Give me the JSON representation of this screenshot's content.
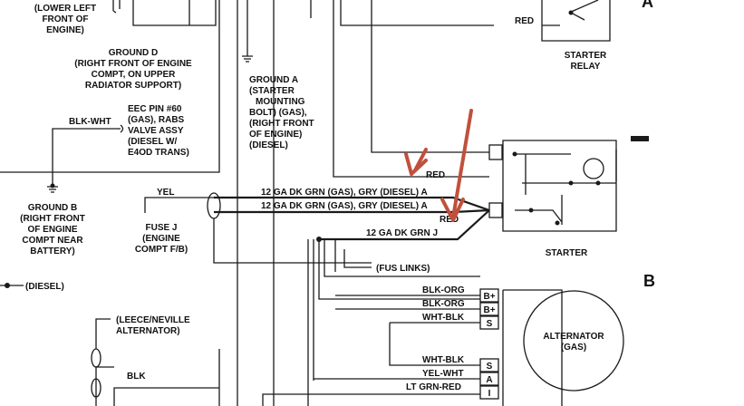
{
  "corner_labels": {
    "a": "A",
    "b": "B"
  },
  "text": {
    "lower_left_1": "(LOWER LEFT",
    "lower_left_2": "FRONT OF",
    "lower_left_3": "ENGINE)",
    "ground_d_1": "GROUND D",
    "ground_d_2": "(RIGHT FRONT OF ENGINE",
    "ground_d_3": "COMPT, ON UPPER",
    "ground_d_4": "RADIATOR SUPPORT)",
    "ground_a_1": "GROUND A",
    "ground_a_2": "(STARTER",
    "ground_a_3": "MOUNTING",
    "ground_a_4": "BOLT) (GAS),",
    "ground_a_5": "(RIGHT FRONT",
    "ground_a_6": "OF ENGINE)",
    "ground_a_7": "(DIESEL)",
    "eec_1": "EEC PIN #60",
    "eec_2": "(GAS), RABS",
    "eec_3": "VALVE ASSY",
    "eec_4": "(DIESEL W/",
    "eec_5": "E4OD TRANS)",
    "blk_wht": "BLK-WHT",
    "ground_b_1": "GROUND B",
    "ground_b_2": "(RIGHT FRONT",
    "ground_b_3": "OF ENGINE",
    "ground_b_4": "COMPT NEAR",
    "ground_b_5": "BATTERY)",
    "yel": "YEL",
    "fuse_j_1": "FUSE J",
    "fuse_j_2": "(ENGINE",
    "fuse_j_3": "COMPT F/B)",
    "red_top": "RED",
    "starter_relay_1": "STARTER",
    "starter_relay_2": "RELAY",
    "red_mid": "RED",
    "red_low": "RED",
    "wire_1": "12 GA DK GRN (GAS), GRY (DIESEL) A",
    "wire_2": "12 GA DK GRN (GAS), GRY (DIESEL) A",
    "wire_3": "12 GA DK GRN J",
    "starter": "STARTER",
    "fus_links": "(FUS LINKS)",
    "diesel": "(DIESEL)",
    "leece_1": "(LEECE/NEVILLE",
    "leece_2": "ALTERNATOR)",
    "blk": "BLK",
    "blk_org_1": "BLK-ORG",
    "blk_org_2": "BLK-ORG",
    "wht_blk_1": "WHT-BLK",
    "wht_blk_2": "WHT-BLK",
    "yel_wht": "YEL-WHT",
    "lt_grn_red": "LT GRN-RED",
    "term_b1": "B+",
    "term_b2": "B+",
    "term_s1": "S",
    "term_s2": "S",
    "term_a": "A",
    "term_i": "I",
    "alternator_1": "ALTERNATOR",
    "alternator_2": "(GAS)"
  },
  "colors": {
    "annotation_arrow": "#c0503c",
    "ink": "#1a1a1a"
  }
}
